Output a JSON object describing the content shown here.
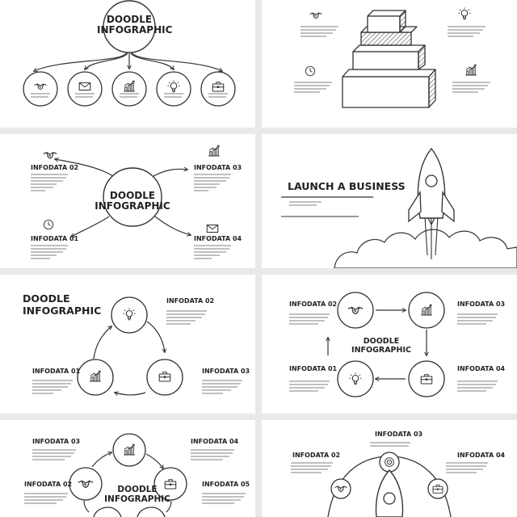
{
  "slides": {
    "s1": {
      "title": "DOODLE\nINFOGRAPHIC"
    },
    "s3": {
      "title": "DOODLE\nINFOGRAPHIC",
      "labels": [
        "INFODATA 02",
        "INFODATA 03",
        "INFODATA 01",
        "INFODATA 04"
      ]
    },
    "s4": {
      "title": "LAUNCH A BUSINESS"
    },
    "s5": {
      "title": "DOODLE\nINFOGRAPHIC",
      "labels": [
        "INFODATA 02",
        "INFODATA 01",
        "INFODATA 03"
      ]
    },
    "s6": {
      "title": "DOODLE\nINFOGRAPHIC",
      "labels": [
        "INFODATA 02",
        "INFODATA 03",
        "INFODATA 01",
        "INFODATA 04"
      ]
    },
    "s7": {
      "title": "DOODLE\nINFOGRAPHIC",
      "labels": [
        "INFODATA 03",
        "INFODATA 04",
        "INFODATA 02",
        "INFODATA 05"
      ]
    },
    "s8": {
      "labels": [
        "INFODATA 03",
        "INFODATA 02",
        "INFODATA 04"
      ]
    }
  },
  "icons": [
    "handshake-icon",
    "envelope-icon",
    "bar-chart-icon",
    "lightbulb-icon",
    "briefcase-icon",
    "clock-icon",
    "target-icon",
    "rocket-icon"
  ],
  "colors": {
    "line": "#333333",
    "text": "#222222",
    "placeholder": "#9a9a9a",
    "background": "#ffffff"
  }
}
